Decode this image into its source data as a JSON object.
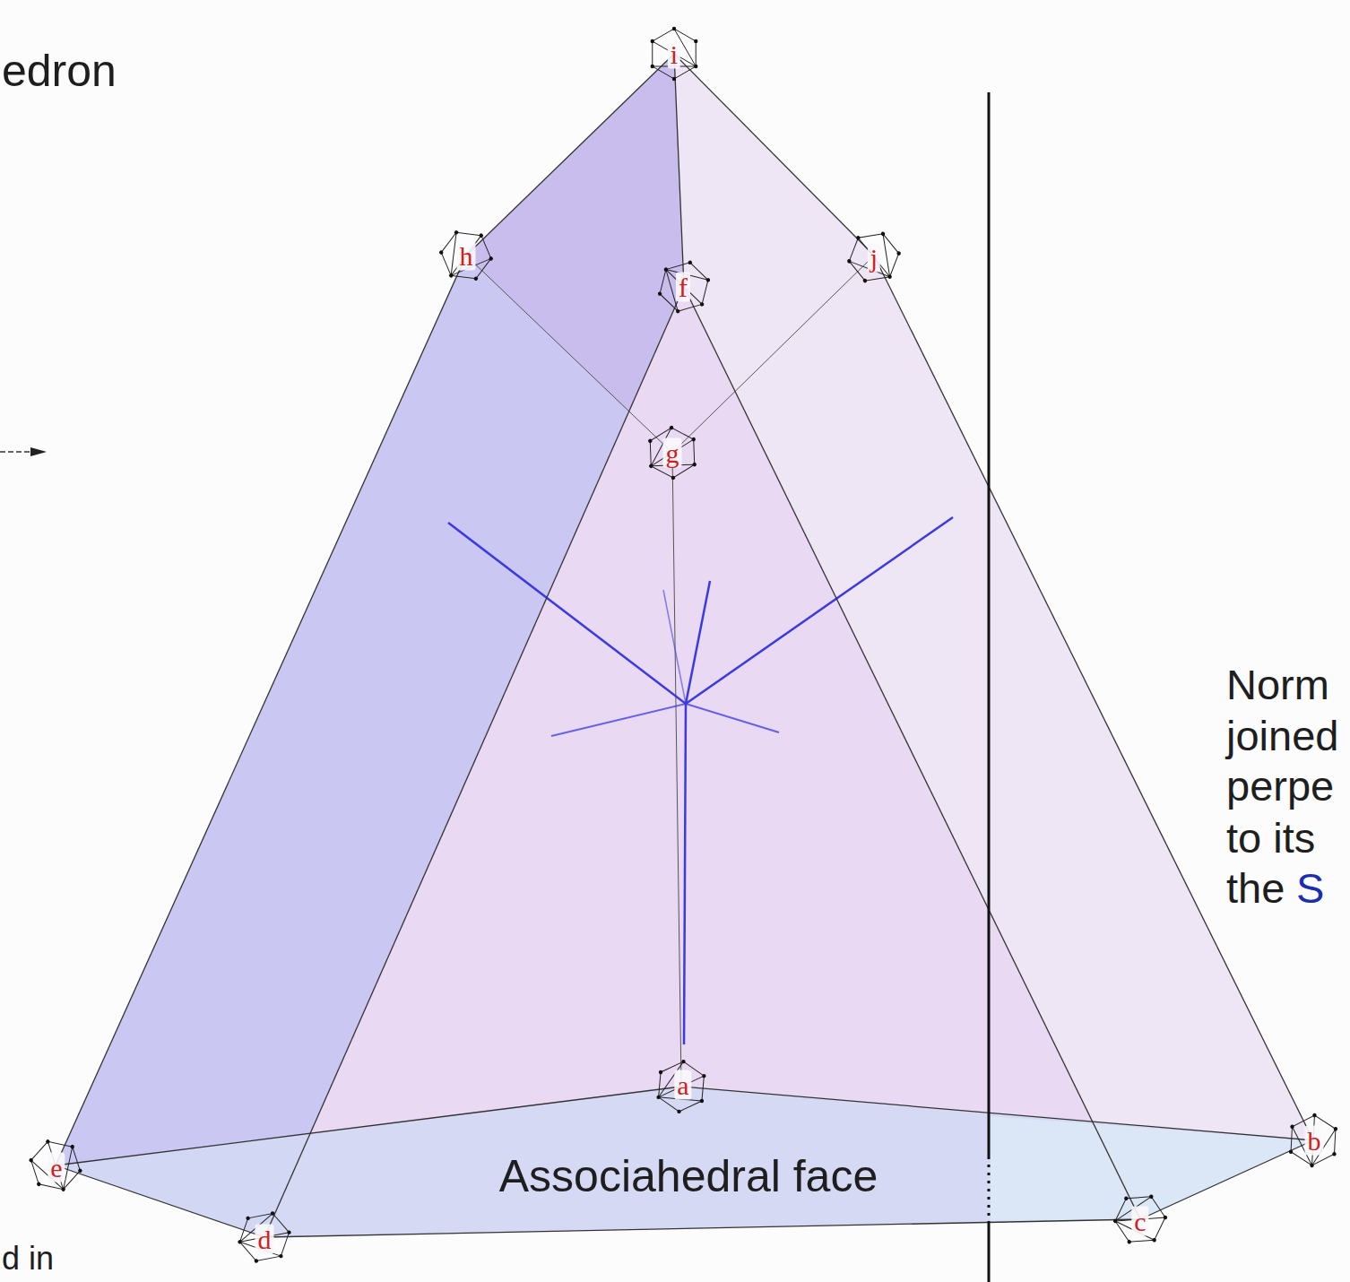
{
  "diagram": {
    "labels": [
      "edron",
      "i",
      "h",
      "f",
      "j",
      "g",
      "Norm",
      "joined",
      "perpe",
      "to its",
      "the",
      "S",
      "a",
      "Associahedral face",
      "e",
      "d",
      "c",
      "b",
      "d in"
    ]
  }
}
